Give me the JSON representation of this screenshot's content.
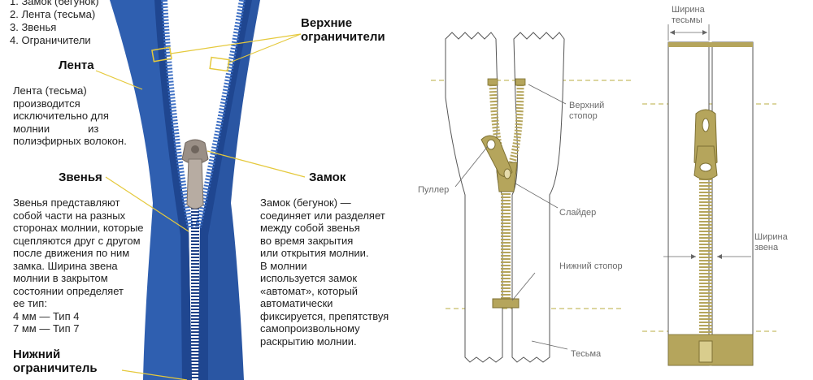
{
  "legend": [
    "1. Замок (бегунок)",
    "2. Лента (тесьма)",
    "3. Звенья",
    "4. Ограничители"
  ],
  "photo_panel": {
    "tape": {
      "heading": "Лента",
      "text": "Лента (тесьма)\nпроизводится\nисключительно для\nмолнии             из\nполиэфирных волокон."
    },
    "teeth": {
      "heading": "Звенья",
      "text": "Звенья представляют\nсобой части на разных\nсторонах молнии, которые\nсцепляются друг с другом\nпосле движения по ним\nзамка. Ширина звена\nмолнии в закрытом\nсостоянии определяет\nее тип:\n4 мм — Тип 4\n7 мм — Тип 7"
    },
    "bottom_stop": {
      "heading": "Нижний\nограничитель"
    },
    "top_stops": {
      "heading": "Верхние\nограничители"
    },
    "slider": {
      "heading": "Замок",
      "text": "Замок (бегунок) —\nсоединяет или разделяет\nмежду собой звенья\nво время закрытия\nили открытия молнии.\nВ молнии\nиспользуется замок\n«автомат», который\nавтоматически\nфиксируется, препятствуя\nсамопроизвольному\nраскрытию молнии."
    }
  },
  "diagram_left": {
    "top_stop": "Верхний\nстопор",
    "puller": "Пуллер",
    "slider": "Слайдер",
    "bottom_stop": "Нижний стопор",
    "tape": "Тесьма"
  },
  "diagram_right": {
    "tape_width": "Ширина\nтесьмы",
    "tooth_width": "Ширина\nзвена"
  },
  "colors": {
    "zipper_blue": "#2f5fb0",
    "zipper_blue_dark": "#1f4690",
    "metal": "#9a8f86",
    "brass": "#b5a55c",
    "brass_dark": "#7d7033",
    "callout_line": "#e5c93c",
    "dashed_guide": "#c8bd68",
    "label_gray": "#6a6a6a"
  }
}
